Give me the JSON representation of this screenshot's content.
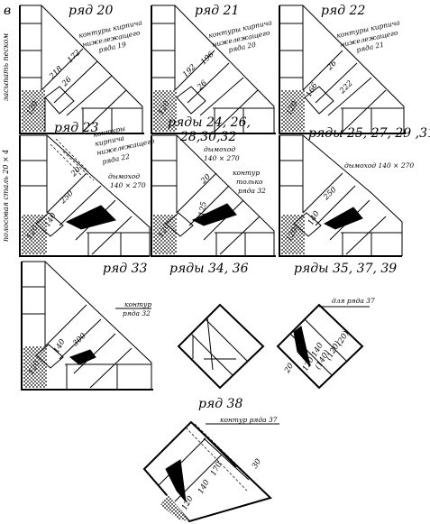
{
  "figure": {
    "letter": "в",
    "side_label_top": "засыпать песком",
    "side_label_mid": "полосовая сталь 20 × 4"
  },
  "panels": [
    {
      "id": "r20",
      "title": "ряд 20",
      "note": [
        "контуры кирпича",
        "нижележащего",
        "ряда 19"
      ],
      "dims": [
        "120",
        "218",
        "172",
        "26"
      ]
    },
    {
      "id": "r21",
      "title": "ряд 21",
      "note": [
        "контуры кирпича",
        "нижележащего",
        "ряда 20"
      ],
      "dims": [
        "120",
        "192",
        "196",
        "26"
      ]
    },
    {
      "id": "r22",
      "title": "ряд 22",
      "note": [
        "контуры кирпича",
        "нижележащего",
        "ряда 21"
      ],
      "dims": [
        "120",
        "166",
        "26",
        "222"
      ]
    },
    {
      "id": "r23",
      "title": "ряд 23",
      "note": [
        "контуры",
        "кирпича",
        "нижележащего",
        "ряда 22"
      ],
      "note2": [
        "дымоход",
        "140 × 270"
      ],
      "dims": [
        "20",
        "250",
        "140",
        "120"
      ]
    },
    {
      "id": "r24",
      "title": "ряды 24, 26,",
      "title2": "28,30,32",
      "note": [
        "дымоход",
        "140 × 270"
      ],
      "note2": [
        "контур",
        "только",
        "ряда 32"
      ],
      "dims": [
        "20",
        "125",
        "120"
      ]
    },
    {
      "id": "r25",
      "title": "ряды 25, 27, 29 ,31",
      "note": [
        "дымоход 140 × 270"
      ],
      "dims": [
        "250",
        "140",
        "120"
      ]
    },
    {
      "id": "r33",
      "title": "ряд 33",
      "note": [
        "контур",
        "ряда 32"
      ],
      "dims": [
        "300",
        "140",
        "120"
      ]
    },
    {
      "id": "r34",
      "title": "ряды 34, 36"
    },
    {
      "id": "r35",
      "title": "ряды 35, 37, 39",
      "note": [
        "для ряда 37"
      ],
      "dims": [
        "(20)",
        "(120)",
        "(140)",
        "120",
        "140",
        "20"
      ]
    },
    {
      "id": "r38",
      "title": "ряд 38",
      "note": [
        "контур ряда 37"
      ],
      "dims": [
        "170",
        "140",
        "120",
        "30"
      ]
    }
  ]
}
